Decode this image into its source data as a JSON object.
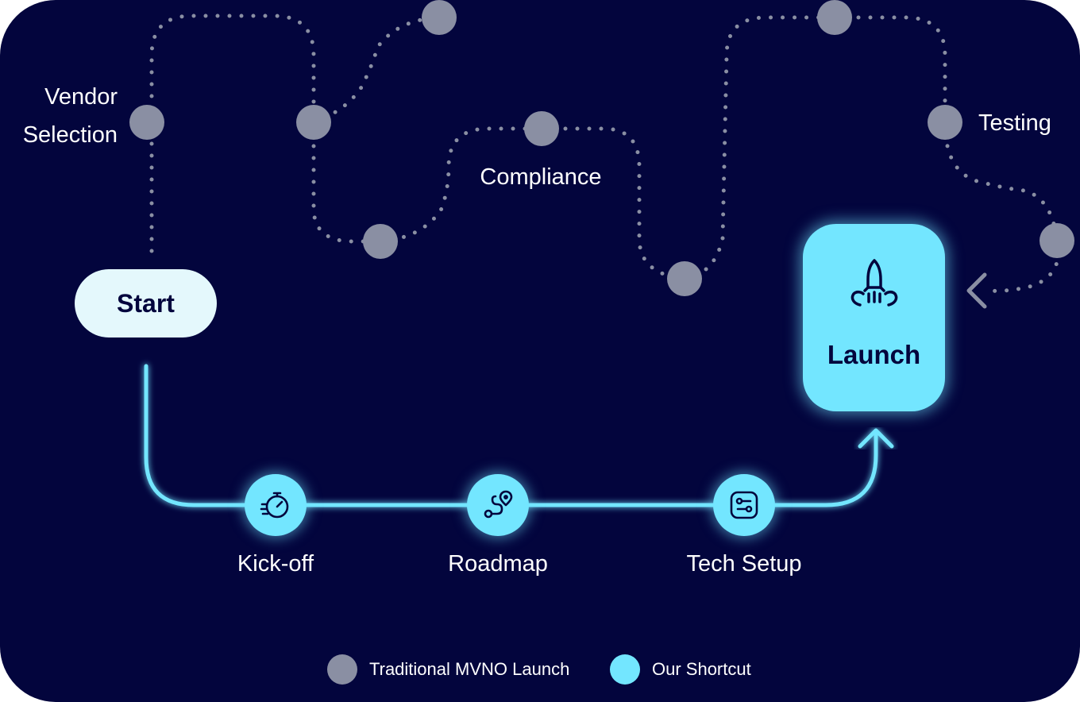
{
  "colors": {
    "background": "#03053d",
    "traditional": "#8a8fa3",
    "shortcut": "#73e6ff",
    "start_fill": "#e4f8fc",
    "text": "#ffffff",
    "dark_text": "#03053d"
  },
  "nodes": {
    "start": "Start",
    "launch": "Launch",
    "launch_icon": "rocket-icon"
  },
  "traditional_path": {
    "labels": {
      "vendor_selection": "Vendor\nSelection",
      "compliance": "Compliance",
      "testing": "Testing"
    }
  },
  "shortcut_path": {
    "steps": [
      {
        "label": "Kick-off",
        "icon": "stopwatch-icon"
      },
      {
        "label": "Roadmap",
        "icon": "route-pin-icon"
      },
      {
        "label": "Tech Setup",
        "icon": "settings-sliders-icon"
      }
    ]
  },
  "legend": {
    "traditional": "Traditional MVNO Launch",
    "shortcut": "Our Shortcut"
  }
}
